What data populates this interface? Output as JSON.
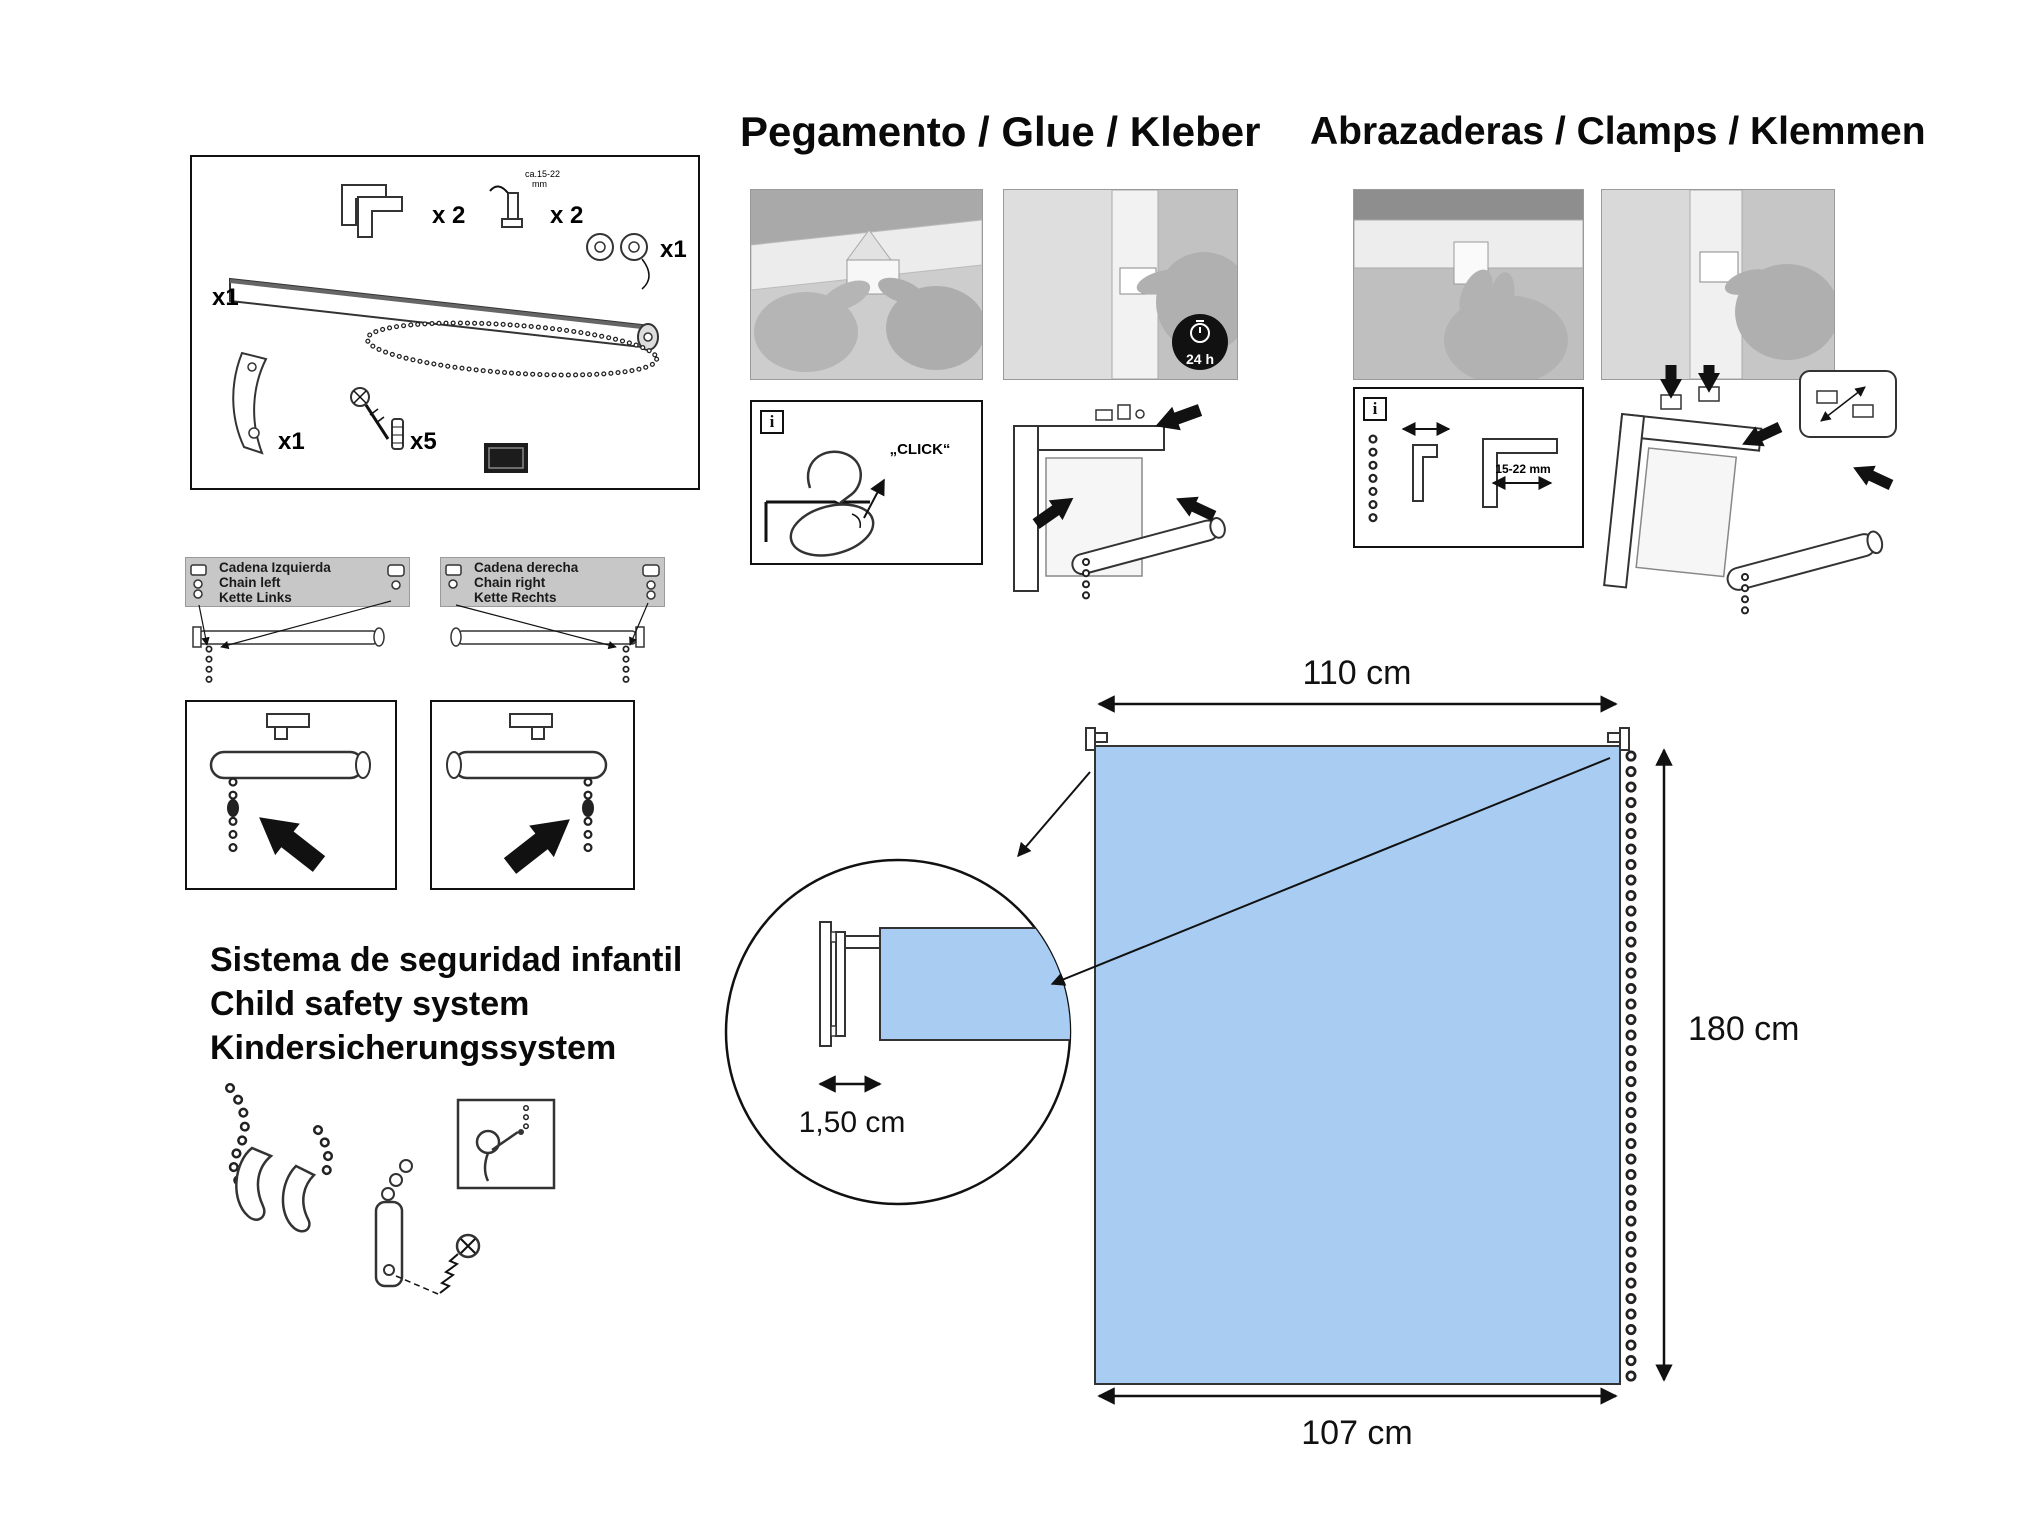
{
  "colors": {
    "blind_blue": "#a9cdf2"
  },
  "parts": {
    "bracket_qty": "x 2",
    "clip_note_1": "ca.15-22",
    "clip_note_2": "mm",
    "clip_qty": "x 2",
    "endcap_qty": "x1",
    "roller_qty": "x1",
    "holder_qty": "x1",
    "screw_qty": "x5"
  },
  "glue": {
    "title": "Pegamento / Glue / Kleber",
    "badge": "24 h",
    "click": "„CLICK“",
    "info": "i"
  },
  "clamps": {
    "title": "Abrazaderas / Clamps / Klemmen",
    "size": "15-22 mm",
    "info": "i"
  },
  "chain_left": {
    "l1": "Cadena Izquierda",
    "l2": "Chain left",
    "l3": "Kette Links"
  },
  "chain_right": {
    "l1": "Cadena derecha",
    "l2": "Chain right",
    "l3": "Kette Rechts"
  },
  "safety": {
    "l1": "Sistema de seguridad infantil",
    "l2": "Child safety system",
    "l3": "Kindersicherungssystem"
  },
  "dims": {
    "top": "110 cm",
    "right": "180 cm",
    "bottom": "107 cm",
    "detail": "1,50 cm"
  }
}
